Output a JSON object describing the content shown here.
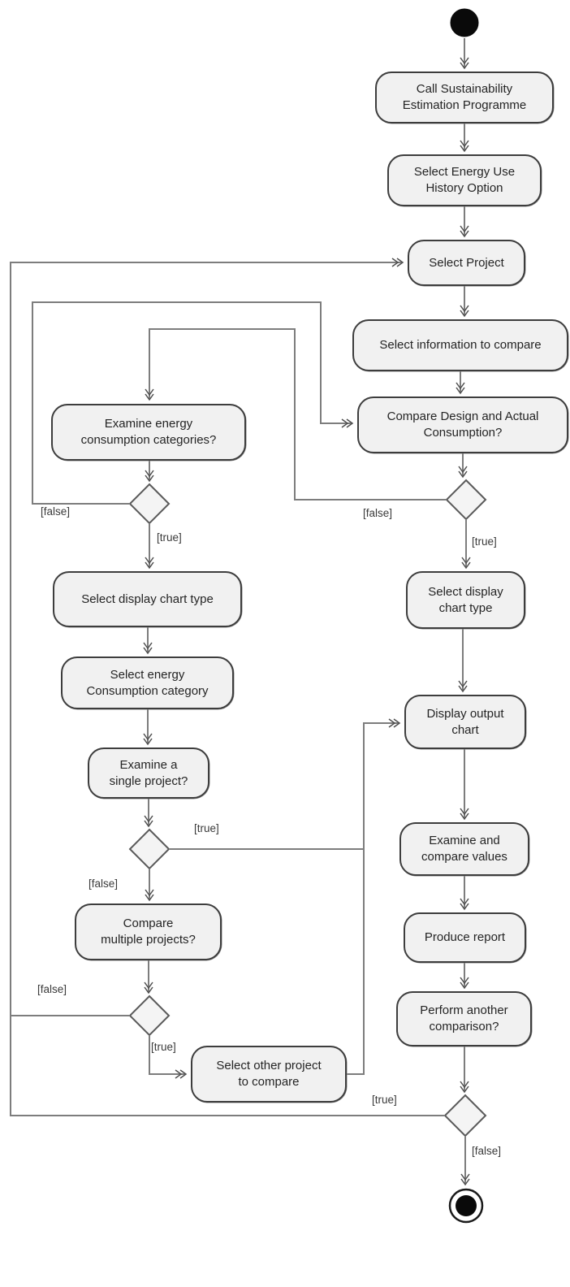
{
  "diagram_type": "uml-activity-diagram",
  "nodes": {
    "call_programme": "Call Sustainability\nEstimation Programme",
    "select_energy_history": "Select Energy Use\nHistory Option",
    "select_project": "Select Project",
    "select_info": "Select information to compare",
    "compare_design": "Compare Design and Actual\nConsumption?",
    "select_chart_right": "Select display\nchart type",
    "display_output": "Display output\nchart",
    "examine_compare": "Examine and\ncompare values",
    "produce_report": "Produce report",
    "perform_another": "Perform another\ncomparison?",
    "examine_categories": "Examine energy\nconsumption categories?",
    "select_chart_left": "Select display chart type",
    "select_category": "Select energy\nConsumption category",
    "examine_single": "Examine a\nsingle project?",
    "compare_multiple": "Compare\nmultiple projects?",
    "select_other": "Select other project\nto compare"
  },
  "guards": {
    "true_label": "[true]",
    "false_label": "[false]"
  },
  "colors": {
    "node_fill": "#f1f1f1",
    "node_border": "#3d3d3d",
    "edge": "#7d7d7d",
    "terminal_fill": "#0a0a0a"
  }
}
